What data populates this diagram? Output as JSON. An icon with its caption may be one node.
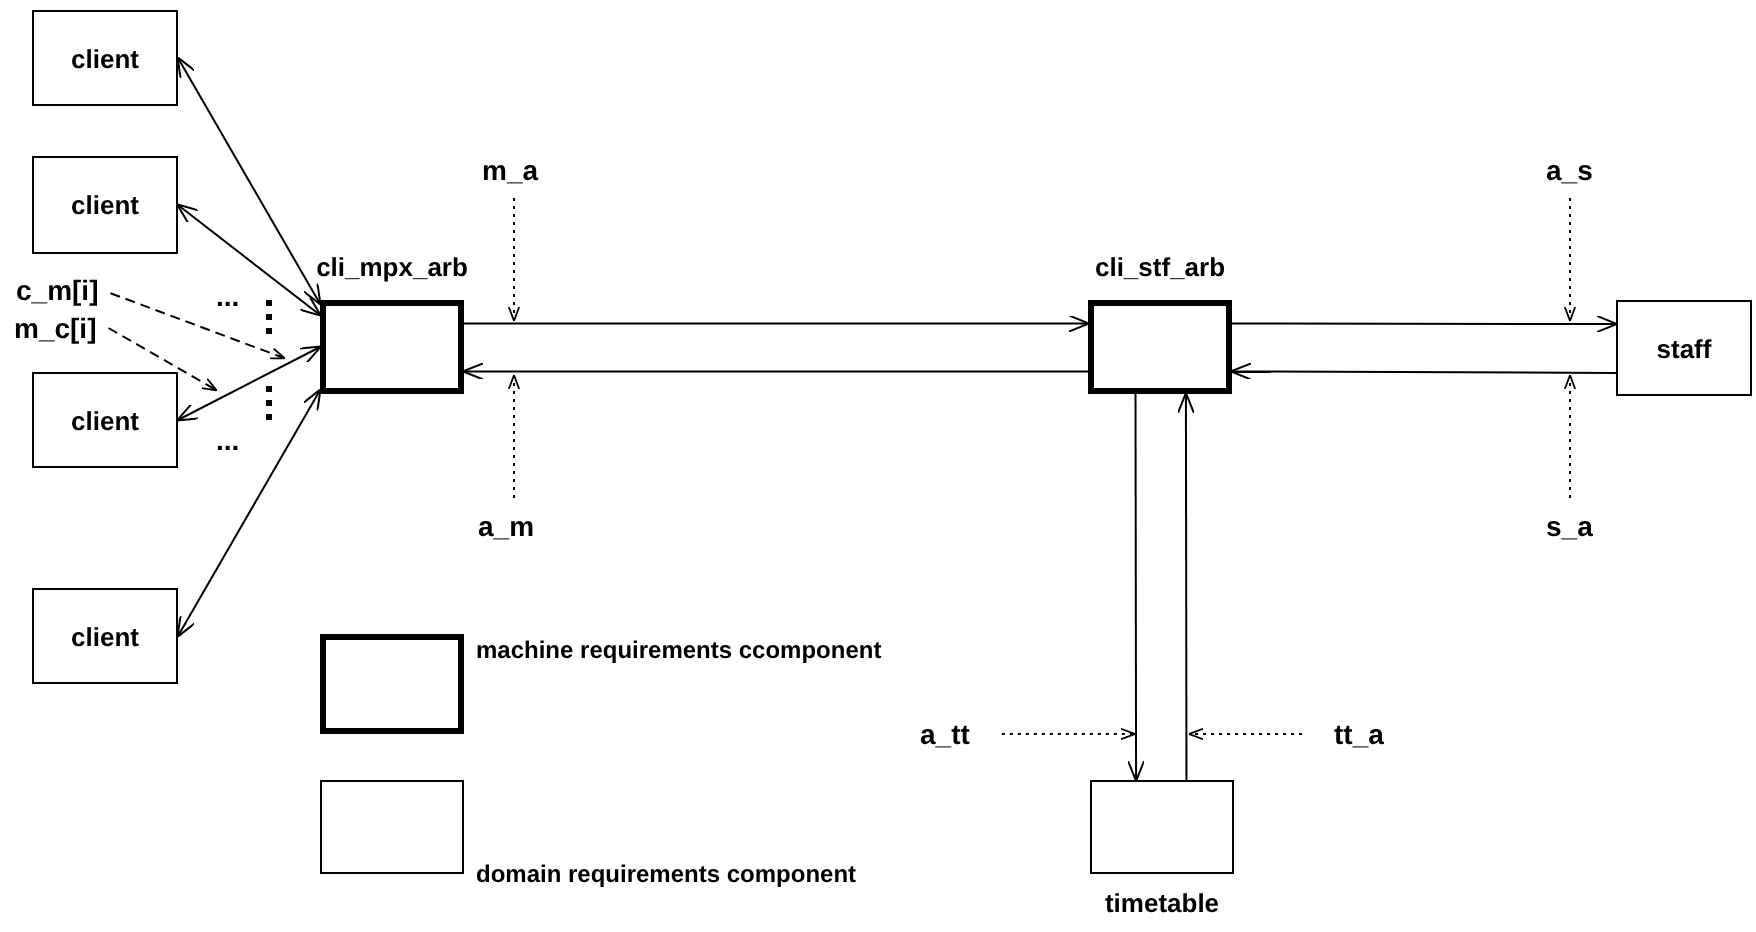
{
  "diagram": {
    "nodes": [
      {
        "text": [
          "client"
        ]
      },
      {
        "text": [
          "client"
        ]
      },
      {
        "text": [
          "client"
        ]
      },
      {
        "text": [
          "client"
        ]
      },
      {
        "text": [
          "cli_mpx_arb"
        ]
      },
      {
        "text": [
          "cli_stf_arb"
        ]
      },
      {
        "text": [
          "staff"
        ]
      },
      {
        "text": [
          "timetable"
        ]
      },
      {
        "text": [
          "m_a"
        ]
      },
      {
        "text": [
          "a_m"
        ]
      },
      {
        "text": [
          "a_s"
        ]
      },
      {
        "text": [
          "s_a"
        ]
      },
      {
        "text": [
          "a_tt"
        ]
      },
      {
        "text": [
          "tt_a"
        ]
      },
      {
        "text": [
          "c_m[i]"
        ]
      },
      {
        "text": [
          "m_c[i]"
        ]
      }
    ],
    "edges": [
      {
        "from": 0,
        "to": 4,
        "arrow": "both"
      },
      {
        "from": 1,
        "to": 4,
        "arrow": "both"
      },
      {
        "from": 2,
        "to": 4,
        "arrow": "both"
      },
      {
        "from": 3,
        "to": 4,
        "arrow": "both"
      },
      {
        "from": 4,
        "to": 5,
        "arrow": "to"
      },
      {
        "from": 5,
        "to": 4,
        "arrow": "to"
      },
      {
        "from": 5,
        "to": 6,
        "arrow": "to"
      },
      {
        "from": 6,
        "to": 5,
        "arrow": "to"
      },
      {
        "from": 5,
        "to": 7,
        "arrow": "to"
      },
      {
        "from": 7,
        "to": 5,
        "arrow": "to"
      },
      {
        "from": 8,
        "to": 4,
        "arrow": "to",
        "style": "dashed"
      },
      {
        "from": 9,
        "to": 4,
        "arrow": "to",
        "style": "dashed"
      },
      {
        "from": 10,
        "to": 6,
        "arrow": "to",
        "style": "dashed"
      },
      {
        "from": 11,
        "to": 6,
        "arrow": "to",
        "style": "dashed"
      },
      {
        "from": 12,
        "to": 7,
        "arrow": "to",
        "style": "dashed"
      },
      {
        "from": 13,
        "to": 7,
        "arrow": "to",
        "style": "dashed"
      },
      {
        "from": 14,
        "to": 4,
        "arrow": "to",
        "style": "dashed"
      },
      {
        "from": 15,
        "to": 2,
        "arrow": "to",
        "style": "dashed"
      }
    ],
    "labels": [
      "...",
      "..."
    ],
    "legend": [
      {
        "text": "machine requirements ccomponent"
      },
      {
        "text": "domain requirements component"
      }
    ]
  }
}
